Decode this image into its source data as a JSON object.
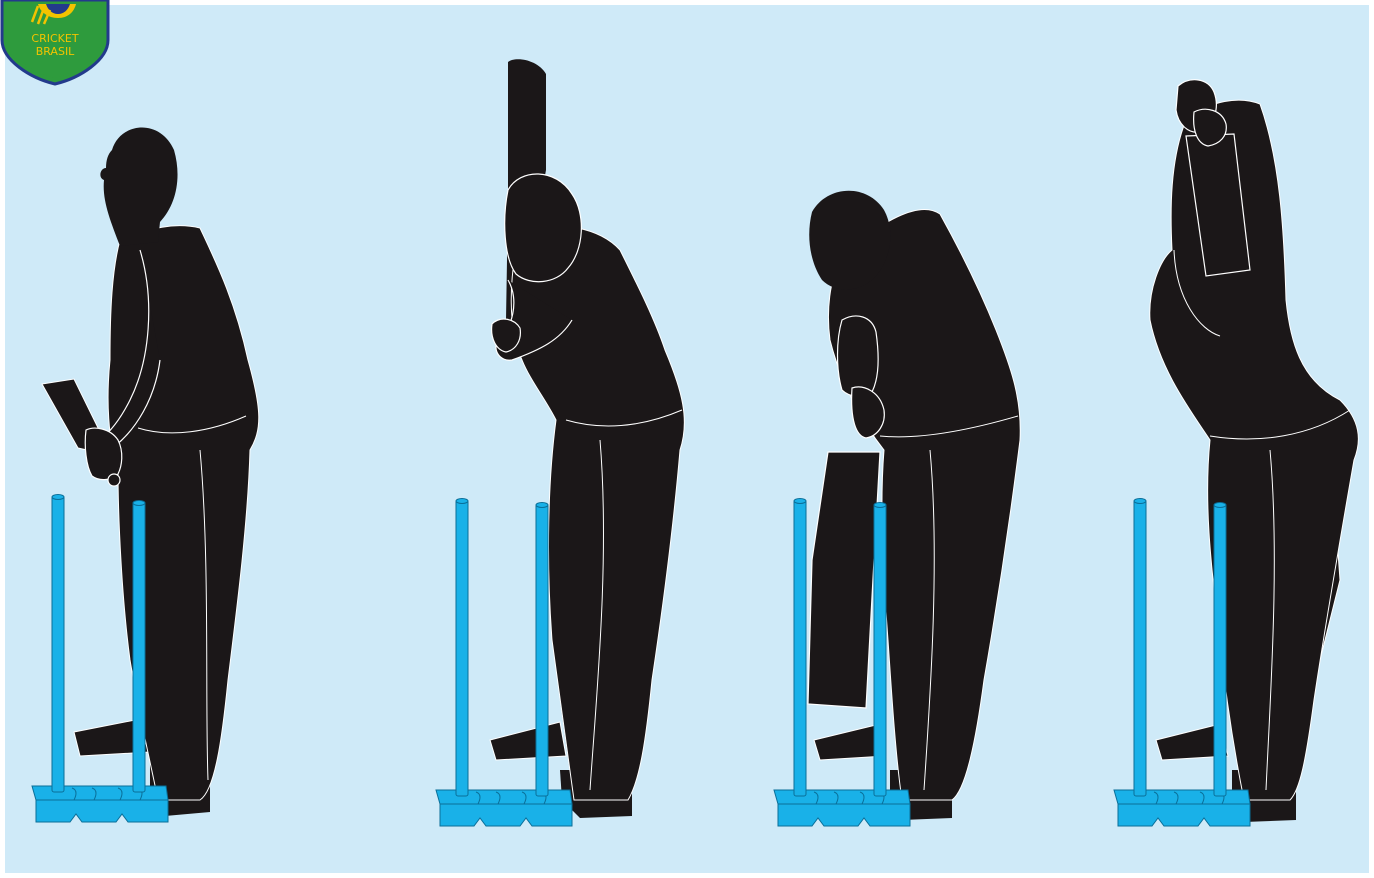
{
  "logo": {
    "line1": "CRICKET",
    "line2": "BRASIL"
  },
  "colors": {
    "background": "#cfeaf8",
    "silhouette": "#1b1718",
    "outline": "#ffffff",
    "stumps": "#19b1e8",
    "stump_edge": "#0a6f99",
    "logo_green": "#2e9b3d",
    "logo_yellow": "#f2c300",
    "logo_blue": "#233a8c"
  },
  "figures": [
    {
      "id": "stance",
      "bat": "down-behind"
    },
    {
      "id": "backlift",
      "bat": "raised-upright"
    },
    {
      "id": "block",
      "bat": "vertical-front"
    },
    {
      "id": "follow-through",
      "bat": "over-shoulder"
    }
  ]
}
